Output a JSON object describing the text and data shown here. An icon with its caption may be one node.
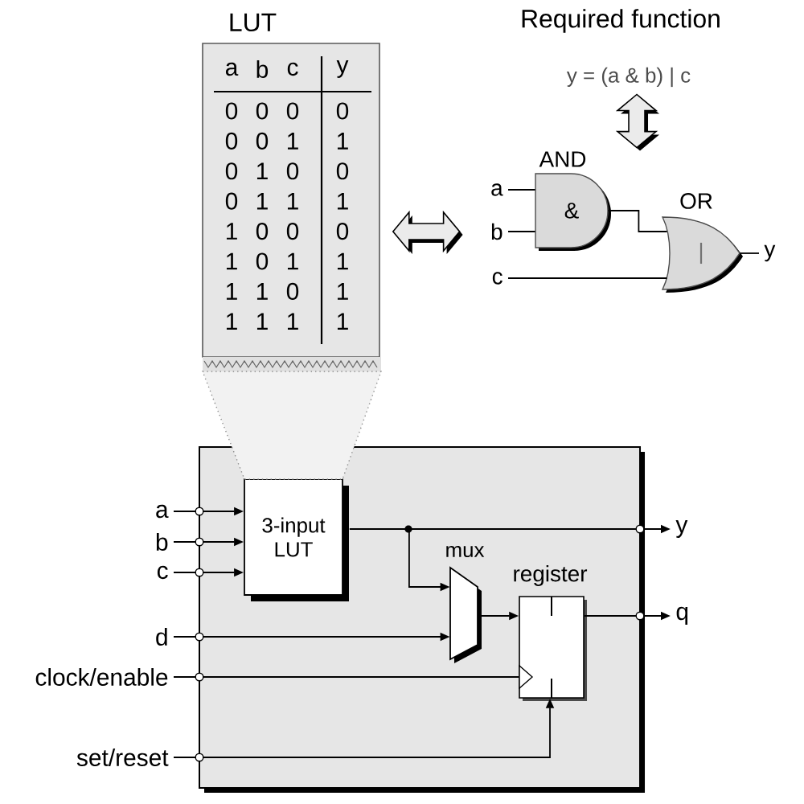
{
  "diagram": {
    "nodes": [
      {
        "text": [
          "LUT",
          "a",
          "b",
          "c",
          "y",
          "0",
          "0",
          "0",
          "0",
          "0",
          "0",
          "1",
          "1",
          "0",
          "1",
          "0",
          "0",
          "0",
          "1",
          "1",
          "1",
          "1",
          "0",
          "0",
          "0",
          "1",
          "0",
          "1",
          "1",
          "1",
          "1",
          "0",
          "1",
          "1",
          "1",
          "1",
          "1"
        ]
      },
      {
        "text": [
          "y = (a & b) | c"
        ]
      },
      {
        "text": [],
        "shape": "picture"
      },
      {
        "text": [
          "AND",
          "&"
        ],
        "in": 2
      },
      {
        "text": [
          "a"
        ],
        "in": 2
      },
      {
        "text": [
          "b"
        ],
        "in": 2
      },
      {
        "text": [
          "OR",
          "|"
        ],
        "in": 2
      },
      {
        "text": [
          "y"
        ],
        "in": 2
      },
      {
        "text": [
          "c"
        ],
        "in": 2
      },
      {
        "text": [],
        "shape": "box"
      },
      {
        "text": [
          "3-input LUT"
        ],
        "in": 9
      },
      {
        "text": [
          "a"
        ]
      },
      {
        "text": [
          "b"
        ]
      },
      {
        "text": [
          "c"
        ]
      },
      {
        "text": [
          "y"
        ]
      },
      {
        "text": [
          "mux"
        ],
        "in": 9
      },
      {
        "text": [
          "register"
        ],
        "in": 9
      },
      {
        "text": [
          "q"
        ]
      },
      {
        "text": [
          "d"
        ]
      },
      {
        "text": [
          "clock/enable"
        ]
      },
      {
        "text": [
          "set/reset"
        ]
      }
    ],
    "edges": [
      {
        "from": 4,
        "to": 3,
        "arrow": "none"
      },
      {
        "from": 5,
        "to": 3,
        "arrow": "none"
      },
      {
        "from": 3,
        "to": 6,
        "arrow": "none"
      },
      {
        "from": 8,
        "to": 6,
        "arrow": "none"
      },
      {
        "from": 6,
        "to": 7,
        "arrow": "none"
      },
      {
        "from": 11,
        "to": 10,
        "arrow": "to"
      },
      {
        "from": 12,
        "to": 10,
        "arrow": "to"
      },
      {
        "from": 13,
        "to": 10,
        "arrow": "to"
      },
      {
        "from": 10,
        "to": 14,
        "arrow": "to"
      },
      {
        "from": 10,
        "to": 15,
        "arrow": "to"
      },
      {
        "from": 18,
        "to": 15,
        "arrow": "to"
      },
      {
        "from": 15,
        "to": 16,
        "arrow": "to"
      },
      {
        "from": 19,
        "to": 16,
        "arrow": "none"
      },
      {
        "from": 20,
        "to": 16,
        "arrow": "to"
      },
      {
        "from": 16,
        "to": 17,
        "arrow": "to"
      },
      {
        "from": 0,
        "to": 2,
        "arrow": "both",
        "style": "thick"
      },
      {
        "from": 1,
        "to": 2,
        "arrow": "both",
        "style": "thick"
      }
    ],
    "labels": [
      "Required function"
    ]
  }
}
